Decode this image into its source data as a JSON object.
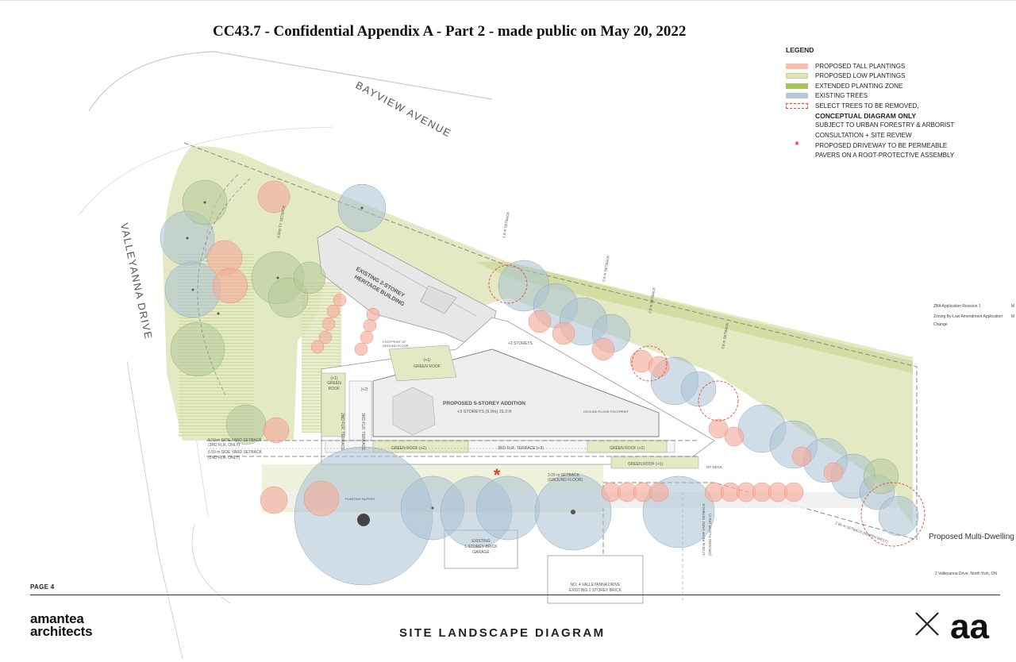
{
  "header": {
    "title": "CC43.7 - Confidential Appendix A - Part 2 - made public on May 20, 2022"
  },
  "legend": {
    "title": "LEGEND",
    "items": [
      {
        "label": "PROPOSED TALL PLANTINGS",
        "color": "#f7c0ad"
      },
      {
        "label": "PROPOSED LOW PLANTINGS",
        "color": "#dfe6b8"
      },
      {
        "label": "EXTENDED PLANTING ZONE",
        "color": "#a9c35b"
      },
      {
        "label": "EXISTING TREES",
        "color": "#b3c9d9"
      },
      {
        "label": "SELECT TREES TO BE REMOVED,",
        "color": "#e04a3a"
      }
    ],
    "note_bold": "CONCEPTUAL DIAGRAM ONLY",
    "note1": "SUBJECT TO URBAN FORESTRY & ARBORIST",
    "note2": "CONSULTATION + SITE REVIEW",
    "driveway1": "PROPOSED DRIVEWAY TO BE PERMEABLE",
    "driveway2": "PAVERS ON A ROOT-PROTECTIVE ASSEMBLY",
    "driveway_symbol": "*"
  },
  "map": {
    "street_bayview": "BAYVIEW AVENUE",
    "street_valleyanna": "VALLEYANNA DRIVE",
    "heritage1": "EXISTING 2-STOREY",
    "heritage2": "HERITAGE BUILDING",
    "addition1": "PROPOSED 5-STOREY ADDITION",
    "addition2": "+3 STOREYS (9.0m) 31.0 ft",
    "green_roof_h1_top": "GREEN ROOF",
    "h1": "(+1)",
    "green_roof_left1": "GREEN",
    "green_roof_left2": "ROOF",
    "green_roof_h2_a": "GREEN ROOF (+2)",
    "green_roof_h2_b": "GREEN ROOF (+2)",
    "green_roof_h1_b": "GREEN ROOF (+1)",
    "terrace_3rd": "3RD FLR. TERRACE (+3)",
    "terrace_2nd_v": "2ND FLR. TERRACE",
    "terrace_3rd_v": "3RD FLR. TERRACE",
    "two_stories": "+2 STOREYS",
    "h2": "(+2)",
    "setback_side1": "5.50 m SIDE YARD SETBACK",
    "setback_side1b": "(3RD FLR. ONLY)",
    "setback_side2": "6.50 m SIDE YARD SETBACK",
    "setback_side2b": "(2ND FLR. ONLY)",
    "setback_305a": "3.05 m SETBACK",
    "setback_305b": "(GROUND FLOOR)",
    "setback_rear": "2.86 m SETBACK (NORTH WEST)",
    "setback_rear_v": "17.65 m REAR YARD SETBACK",
    "setback_rear_v2": "(GROUND FLOOR ONLY)",
    "setback_front": "6.00m FY SETBACK",
    "setback_19": "1.9 m SETBACK",
    "setback_59": "5.9 m SETBACK",
    "setback_28": "2.8 m SETBACK",
    "setback_38": "3.8 m SETBACK",
    "garage1": "EXISTING",
    "garage2": "1 STOREY BRICK",
    "garage3": "GARAGE",
    "neighbor1": "NO. 4 VALLEYANNA DRIVE",
    "neighbor2": "EXISTING 2 STOREY BRICK",
    "gf_deck": "GF DECK",
    "footprint_gf1": "FOOTPRINT OF",
    "footprint_gf2": "GROUND FLOOR",
    "gf_footprint": "GROUND FLOOR FOOTPRINT",
    "planting_strip": "PLANTING BUFFER"
  },
  "side_notes": {
    "rev1": "ZBA Application Revision 1",
    "rev2": "Zoning By-Law Amendment Application",
    "rev3": "Change",
    "rev_m": "M",
    "proposed": "Proposed Multi-Dwelling D",
    "address": "2 Valleyanna Drive, North York, ON"
  },
  "footer": {
    "page": "PAGE 4",
    "firm1": "amantea",
    "firm2": "architects",
    "diagram_title": "SITE LANDSCAPE DIAGRAM",
    "logo": "aa"
  }
}
